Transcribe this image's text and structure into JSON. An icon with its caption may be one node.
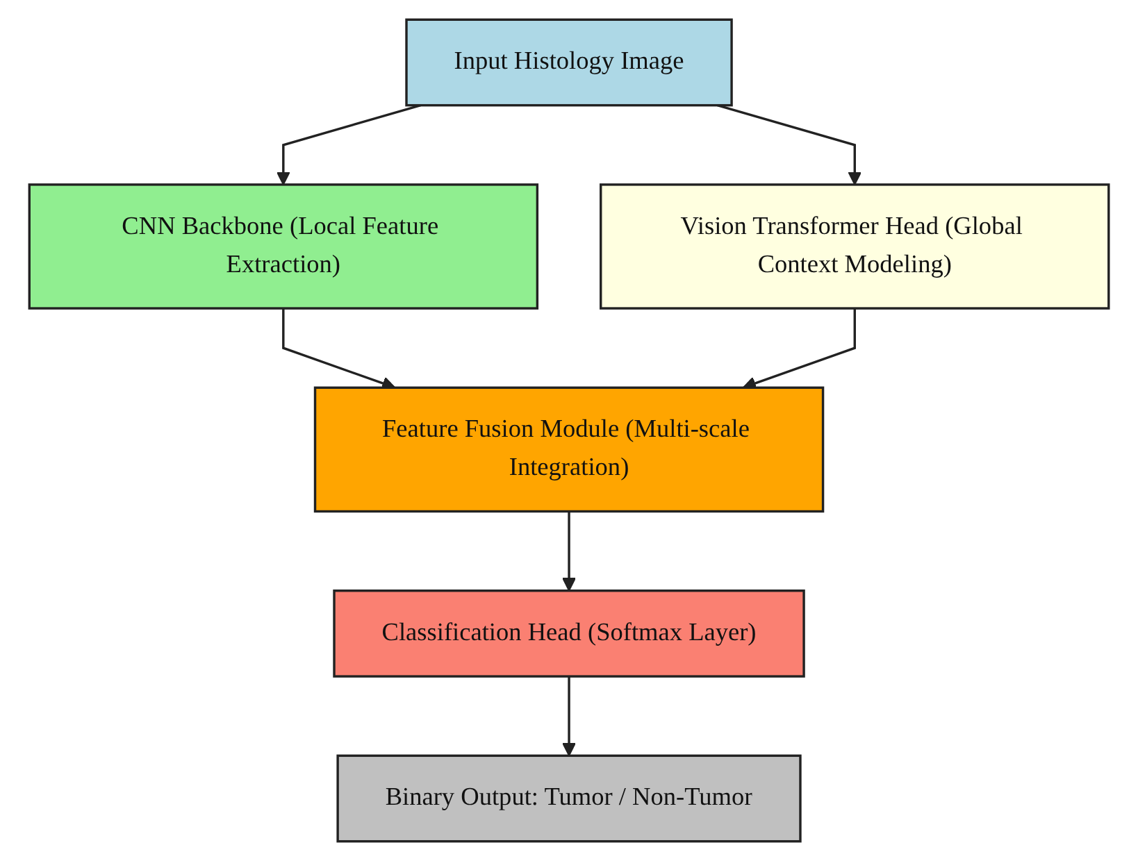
{
  "diagram": {
    "nodes": [
      {
        "text": [
          "Input Histology Image"
        ]
      },
      {
        "text": [
          "CNN Backbone (Local Feature Extraction)"
        ]
      },
      {
        "text": [
          "Vision Transformer Head (Global Context Modeling)"
        ]
      },
      {
        "text": [
          "Feature Fusion Module (Multi-scale Integration)"
        ]
      },
      {
        "text": [
          "Classification Head (Softmax Layer)"
        ]
      },
      {
        "text": [
          "Binary Output: Tumor / Non-Tumor"
        ]
      }
    ],
    "edges": [
      {
        "from": 0,
        "to": 1,
        "arrow": "to"
      },
      {
        "from": 0,
        "to": 2,
        "arrow": "to"
      },
      {
        "from": 1,
        "to": 3,
        "arrow": "to"
      },
      {
        "from": 2,
        "to": 3,
        "arrow": "to"
      },
      {
        "from": 3,
        "to": 4,
        "arrow": "to"
      },
      {
        "from": 4,
        "to": 5,
        "arrow": "to"
      }
    ]
  }
}
